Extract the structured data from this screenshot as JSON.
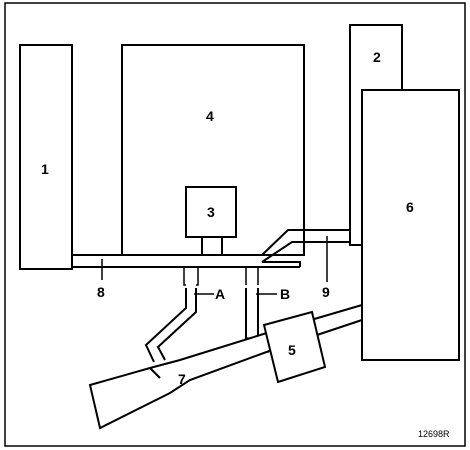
{
  "diagram": {
    "labels": {
      "l1": "1",
      "l2": "2",
      "l3": "3",
      "l4": "4",
      "l5": "5",
      "l6": "6",
      "l7": "7",
      "l8": "8",
      "l9": "9",
      "lA": "A",
      "lB": "B"
    },
    "reference": "12698R"
  }
}
